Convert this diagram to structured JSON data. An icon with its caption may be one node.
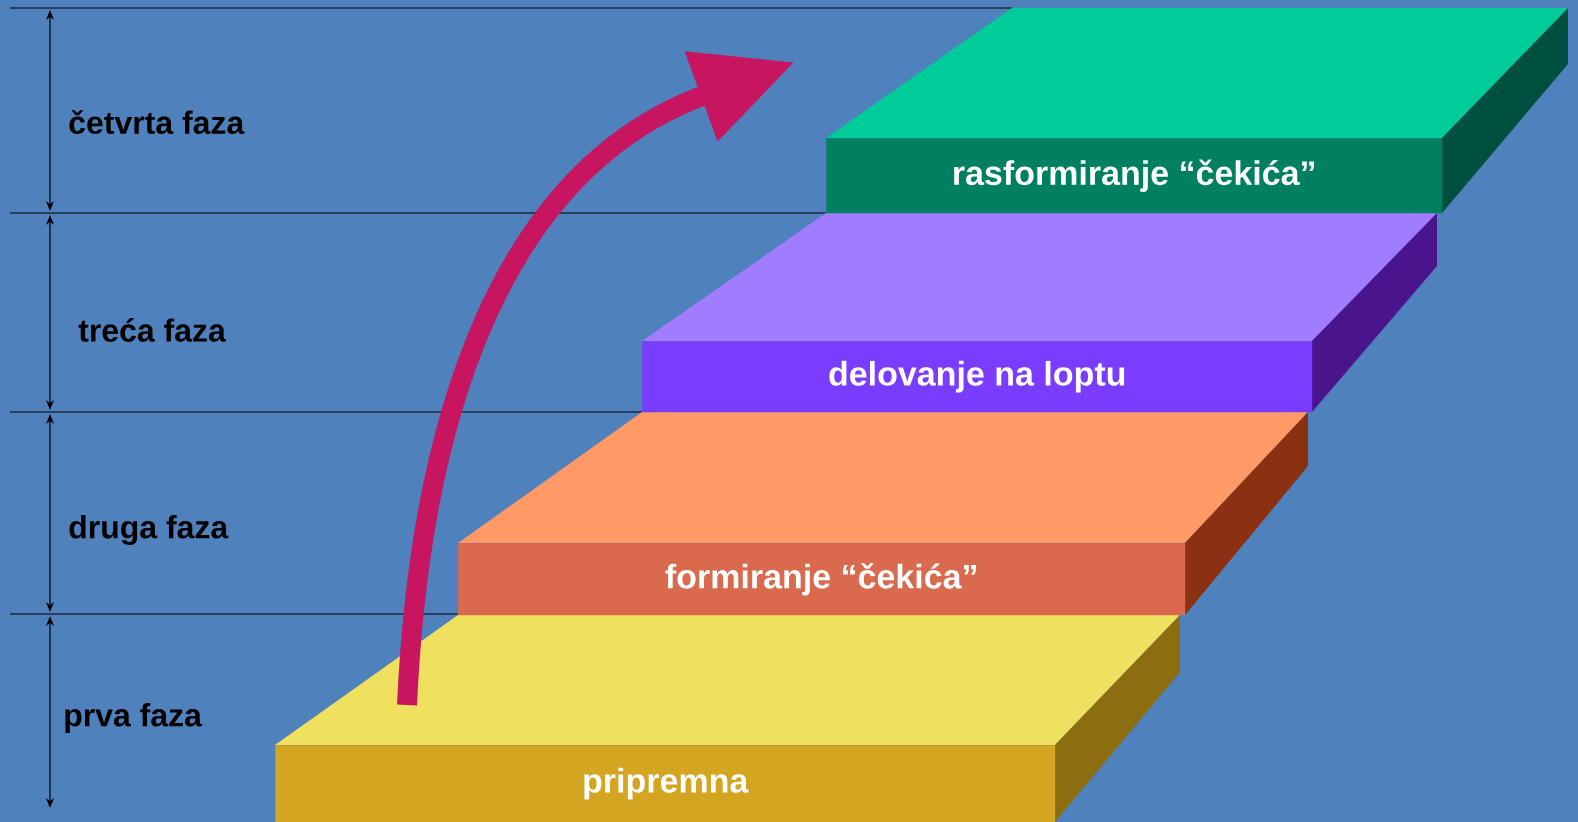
{
  "diagram": {
    "nodes": [
      {
        "text": [
          "pripremna"
        ]
      },
      {
        "text": [
          "formiranje “čekića”"
        ]
      },
      {
        "text": [
          "delovanje na loptu"
        ]
      },
      {
        "text": [
          "rasformiranje “čekića”"
        ]
      }
    ],
    "edges": [
      {
        "from": 0,
        "to": 3,
        "arrow": "to"
      }
    ],
    "labels": [
      "četvrta faza",
      "treća faza",
      "druga faza",
      "prva faza"
    ]
  }
}
